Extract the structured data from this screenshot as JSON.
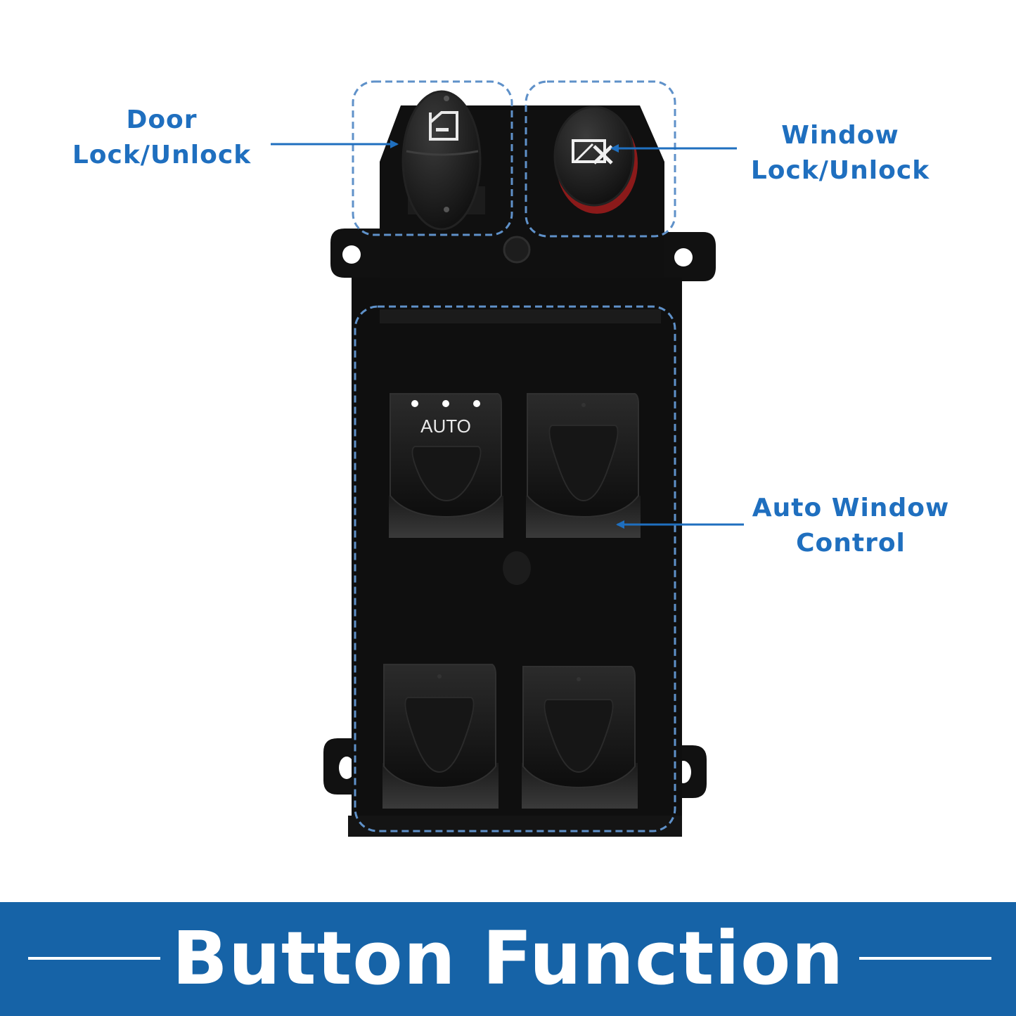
{
  "callouts": {
    "door_lock": {
      "line1": "Door",
      "line2": "Lock/Unlock"
    },
    "window_lock": {
      "line1": "Window",
      "line2": "Lock/Unlock"
    },
    "auto_window": {
      "line1": "Auto Window",
      "line2": "Control"
    }
  },
  "switch": {
    "auto_label": "AUTO"
  },
  "banner": {
    "title": "Button Function"
  },
  "colors": {
    "accent": "#1f6fbf",
    "banner": "#1663a7",
    "housing": "#111111",
    "window_lock_ring": "#8b1a1a"
  },
  "icons": {
    "door_lock_button": "car-door-icon",
    "window_lock_button": "window-lock-icon"
  }
}
